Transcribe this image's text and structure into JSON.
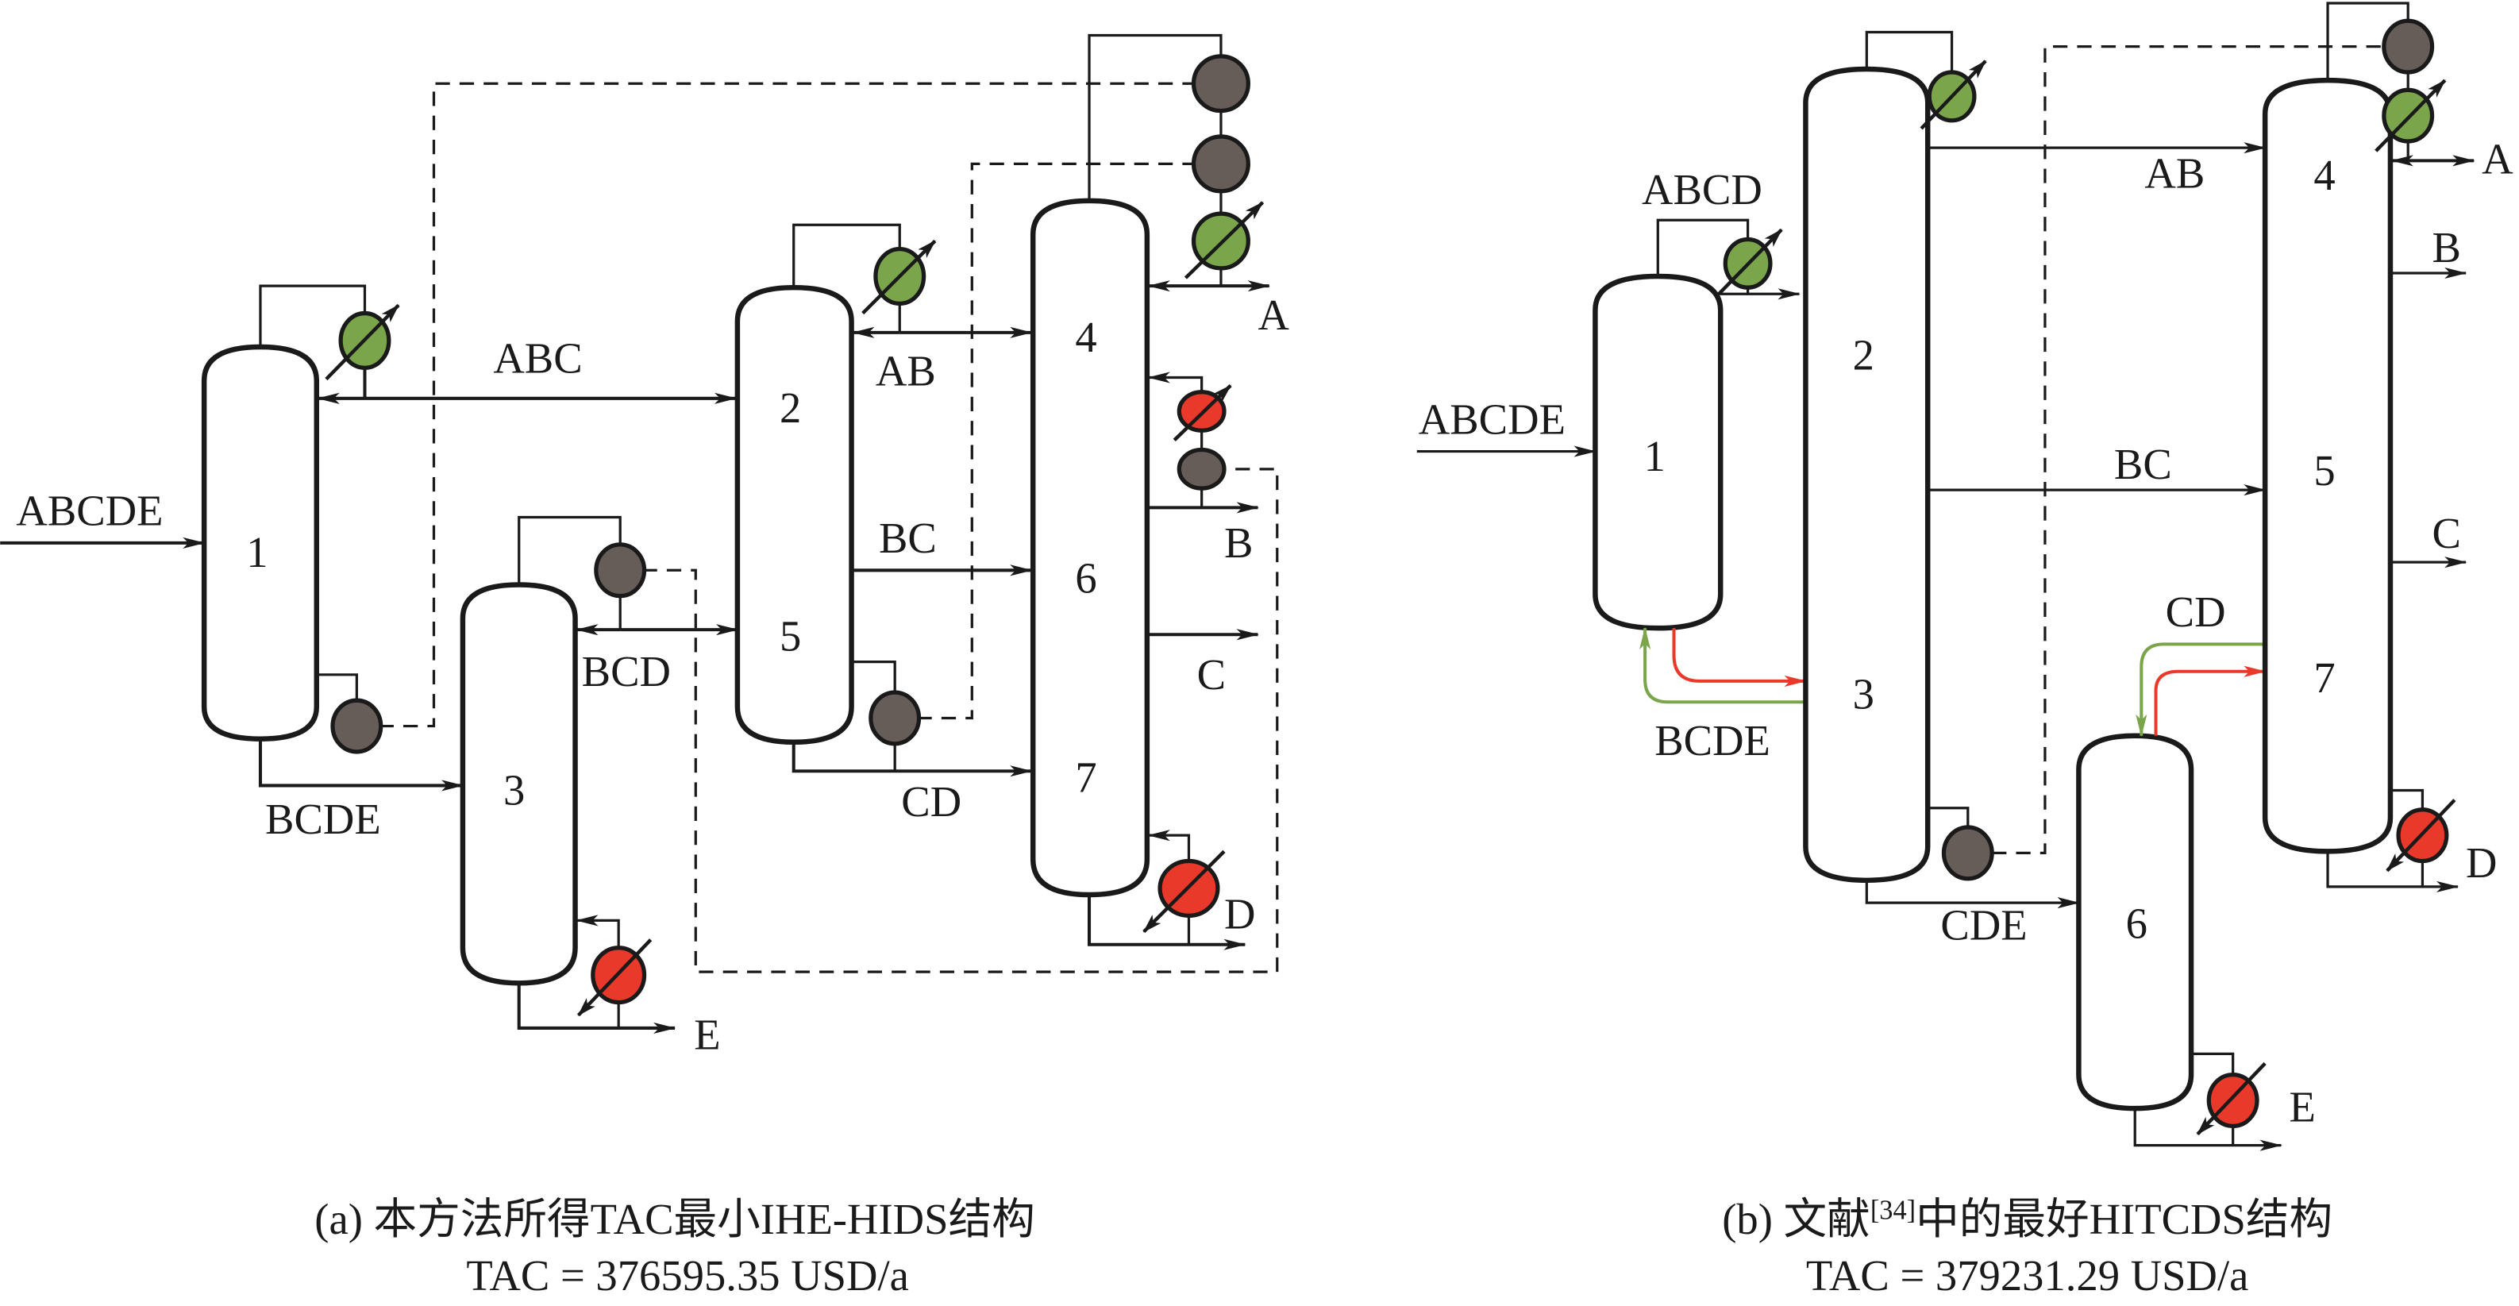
{
  "colors": {
    "condenser": "#7aa54a",
    "reboiler": "#e8392a",
    "heat_integrated_exchanger": "#665c58",
    "line": "#1a1a1a",
    "vapor_link": "#7aa54a",
    "liquid_link": "#e8392a"
  },
  "diagram_a": {
    "feed_label": "ABCDE",
    "columns": [
      "1",
      "2",
      "3",
      "4",
      "5",
      "6",
      "7"
    ],
    "streams": {
      "abc": "ABC",
      "bcde": "BCDE",
      "bcd": "BCD",
      "ab": "AB",
      "bc": "BC",
      "cd": "CD"
    },
    "products": [
      "A",
      "B",
      "C",
      "D",
      "E"
    ],
    "caption": {
      "title_prefix": "(a) ",
      "title": "本方法所得TAC最小IHE-HIDS结构",
      "tac": "TAC = 376595.35 USD/a"
    }
  },
  "diagram_b": {
    "feed_label": "ABCDE",
    "columns": [
      "1",
      "2",
      "3",
      "4",
      "5",
      "6",
      "7"
    ],
    "streams": {
      "abcd": "ABCD",
      "bcde": "BCDE",
      "ab": "AB",
      "bc": "BC",
      "cd": "CD",
      "cde": "CDE"
    },
    "products": [
      "A",
      "B",
      "C",
      "D",
      "E"
    ],
    "caption": {
      "title_prefix": "(b) ",
      "title_part1": "文献",
      "citation": "[34]",
      "title_part2": "中的最好HITCDS结构",
      "tac": "TAC = 379231.29 USD/a"
    }
  }
}
